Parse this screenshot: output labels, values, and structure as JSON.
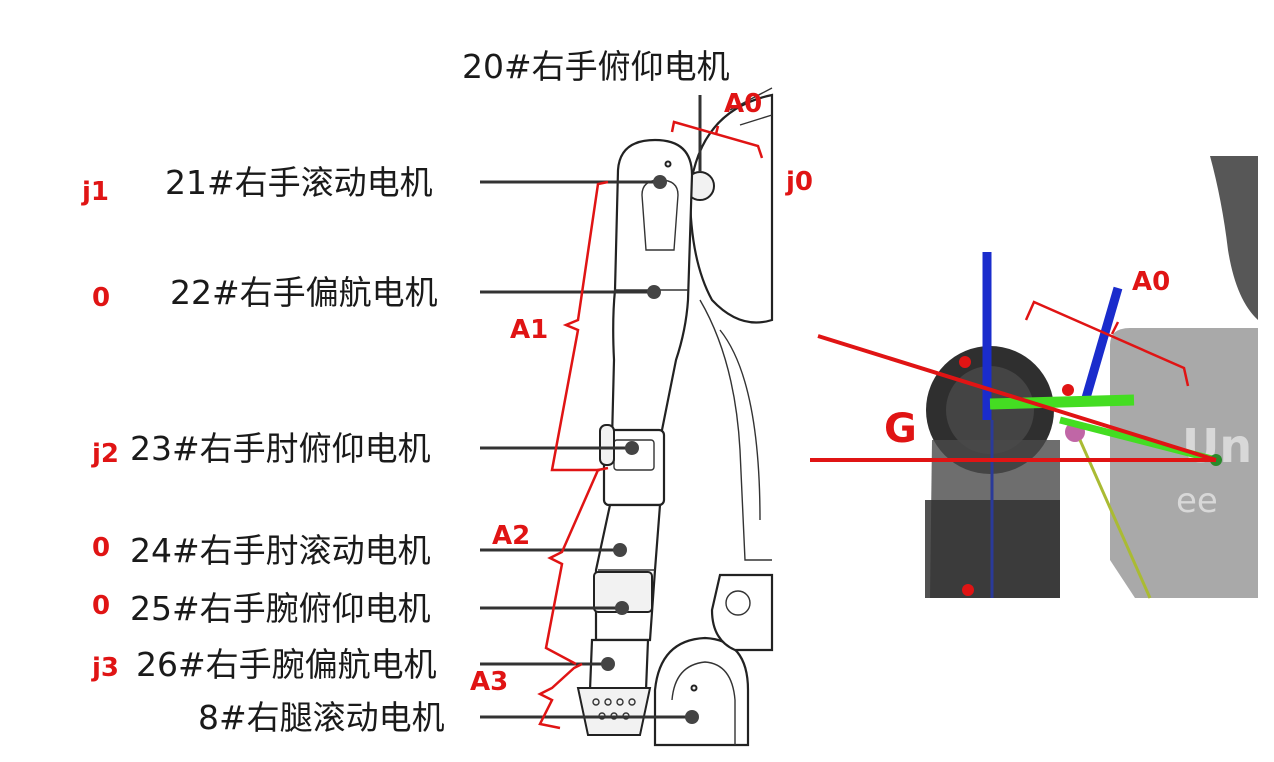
{
  "motors": [
    {
      "id": "20",
      "label": "20#右手俯仰电机"
    },
    {
      "id": "21",
      "label": "21#右手滚动电机"
    },
    {
      "id": "22",
      "label": "22#右手偏航电机"
    },
    {
      "id": "23",
      "label": "23#右手肘俯仰电机"
    },
    {
      "id": "24",
      "label": "24#右手肘滚动电机"
    },
    {
      "id": "25",
      "label": "25#右手腕俯仰电机"
    },
    {
      "id": "26",
      "label": "26#右手腕偏航电机"
    },
    {
      "id": "8",
      "label": "8#右腿滚动电机"
    }
  ],
  "joint_markers": {
    "j0": "j0",
    "j1": "j1",
    "zero_22": "0",
    "j2": "j2",
    "zero_24": "0",
    "zero_25": "0",
    "j3": "j3"
  },
  "link_labels": {
    "a0_left": "A0",
    "a1": "A1",
    "a2": "A2",
    "a3": "A3",
    "a0_right": "A0",
    "g": "G"
  },
  "inset_text": {
    "logo_top": "Un",
    "logo_bottom": "ee"
  },
  "colors": {
    "annotation_red": "#e01414",
    "axis_blue": "#1a2ccc",
    "axis_green": "#44dd22",
    "axis_olive": "#aabb33"
  }
}
